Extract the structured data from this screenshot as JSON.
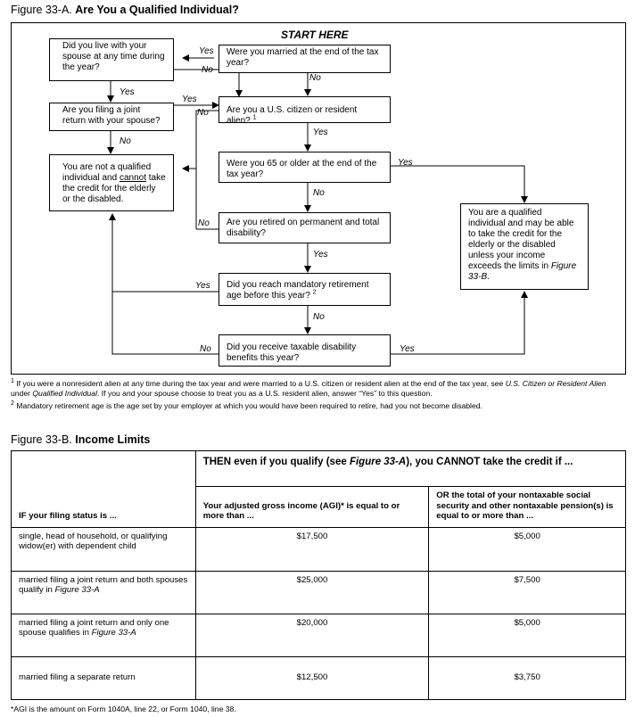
{
  "fig_a": {
    "label": "Figure 33-A.",
    "title": "Are You a Qualified Individual?",
    "start": "START HERE",
    "q_married": "Were you married at the end of the tax year?",
    "q_lived": "Did you live with your spouse at any time during the year?",
    "q_joint": "Are you filing a joint return with your spouse?",
    "q_citizen": "Are you a U.S. citizen or resident alien?",
    "q_citizen_sup": "1",
    "q_65": "Were you 65 or older at the end of the tax year?",
    "q_retired": "Are you retired on permanent and total disability?",
    "q_mandatory": "Did you reach mandatory retirement age before this year?",
    "q_mandatory_sup": "2",
    "q_taxable": "Did you receive taxable disability benefits this year?",
    "not_qualified_1": "You are not a qualified individual and",
    "not_qualified_cannot": "cannot",
    "not_qualified_2": "take the credit for the elderly or the disabled.",
    "qualified_1": "You are a qualified individual and may be able to take the credit for the elderly or the disabled unless your income exceeds the limits in",
    "qualified_ref": "Figure 33-B",
    "qualified_end": ".",
    "yes": "Yes",
    "no": "No"
  },
  "footnotes": {
    "n1_mark": "1",
    "n1_text_a": "If you were a nonresident alien at any time during the tax year and were married to a U.S. citizen or resident alien at the end of the tax year, see",
    "n1_ref": "U.S. Citizen or Resident Alien",
    "n1_text_b": "under",
    "n1_ref2": "Qualified Individual",
    "n1_text_c": ". If you and your spouse choose to treat you as a U.S. resident alien, answer “Yes” to this question.",
    "n2_mark": "2",
    "n2_text": "Mandatory retirement age is the age set by your employer at which you would have been required to retire, had you not become disabled."
  },
  "fig_b": {
    "label": "Figure 33-B.",
    "title": "Income Limits",
    "then_a": "THEN even if you qualify (see",
    "then_ref": "Figure 33-A",
    "then_b": "), you CANNOT take the credit if ...",
    "col_if": "IF your filing status is ...",
    "col_agi": "Your adjusted gross income (AGI)* is equal to or more than ...",
    "col_nontax": "OR the total of your nontaxable social security and other nontaxable pension(s) is equal to or more than ...",
    "rows": [
      {
        "status": "single, head of household, or qualifying widow(er) with dependent child",
        "status_ref": "",
        "agi": "$17,500",
        "nontax": "$5,000"
      },
      {
        "status": "married filing a joint return and both spouses qualify in",
        "status_ref": "Figure 33-A",
        "agi": "$25,000",
        "nontax": "$7,500"
      },
      {
        "status": "married filing a joint return and only one spouse qualifies in",
        "status_ref": "Figure 33-A",
        "agi": "$20,000",
        "nontax": "$5,000"
      },
      {
        "status": "married filing a separate return",
        "status_ref": "",
        "agi": "$12,500",
        "nontax": "$3,750"
      }
    ],
    "agi_note": "*AGI is the amount on Form 1040A, line 22, or Form 1040, line 38."
  }
}
